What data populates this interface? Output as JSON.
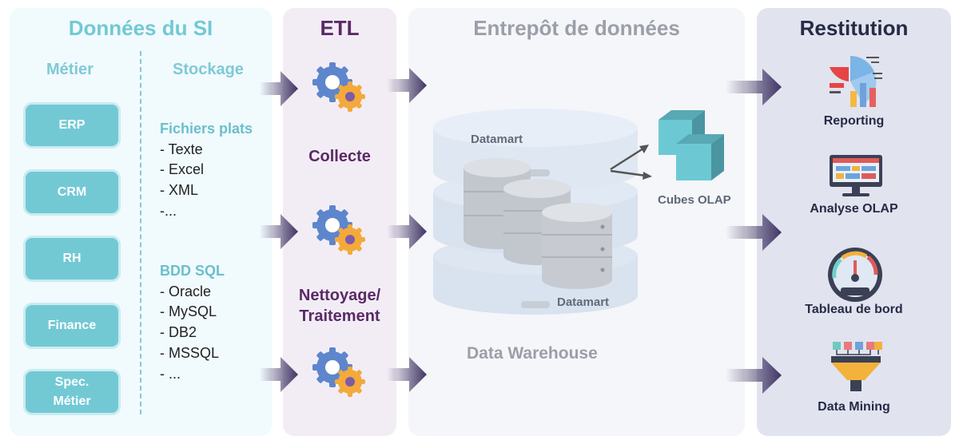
{
  "colors": {
    "si_accent": "#72c9d4",
    "etl_accent": "#5a2a66",
    "dw_text": "#999ea8",
    "res_text": "#262b45",
    "arrow": "#3f3563"
  },
  "si": {
    "title": "Données du SI",
    "metier_header": "Métier",
    "stockage_header": "Stockage",
    "metier_items": [
      "ERP",
      "CRM",
      "RH",
      "Finance",
      "Spec.\nMétier"
    ],
    "fichiers": {
      "heading": "Fichiers plats",
      "items": [
        "- Texte",
        "- Excel",
        "- XML",
        "-..."
      ]
    },
    "bdd": {
      "heading": "BDD SQL",
      "items": [
        "- Oracle",
        "- MySQL",
        "- DB2",
        "- MSSQL",
        "- ..."
      ]
    }
  },
  "etl": {
    "title": "ETL",
    "collecte": "Collecte",
    "nettoyage_line1": "Nettoyage/",
    "nettoyage_line2": "Traitement",
    "icons": [
      "gears-icon",
      "gears-icon",
      "gears-icon"
    ]
  },
  "dw": {
    "title": "Entrepôt de données",
    "datamart_top": "Datamart",
    "datamart_bottom": "Datamart",
    "warehouse_label": "Data Warehouse",
    "cubes_label": "Cubes OLAP",
    "icons": [
      "database-stack-icon",
      "cubes-icon"
    ]
  },
  "restitution": {
    "title": "Restitution",
    "items": [
      {
        "label": "Reporting",
        "icon": "reporting-icon"
      },
      {
        "label": "Analyse OLAP",
        "icon": "monitor-dashboard-icon"
      },
      {
        "label": "Tableau de bord",
        "icon": "gauge-icon"
      },
      {
        "label": "Data Mining",
        "icon": "funnel-icon"
      }
    ]
  }
}
